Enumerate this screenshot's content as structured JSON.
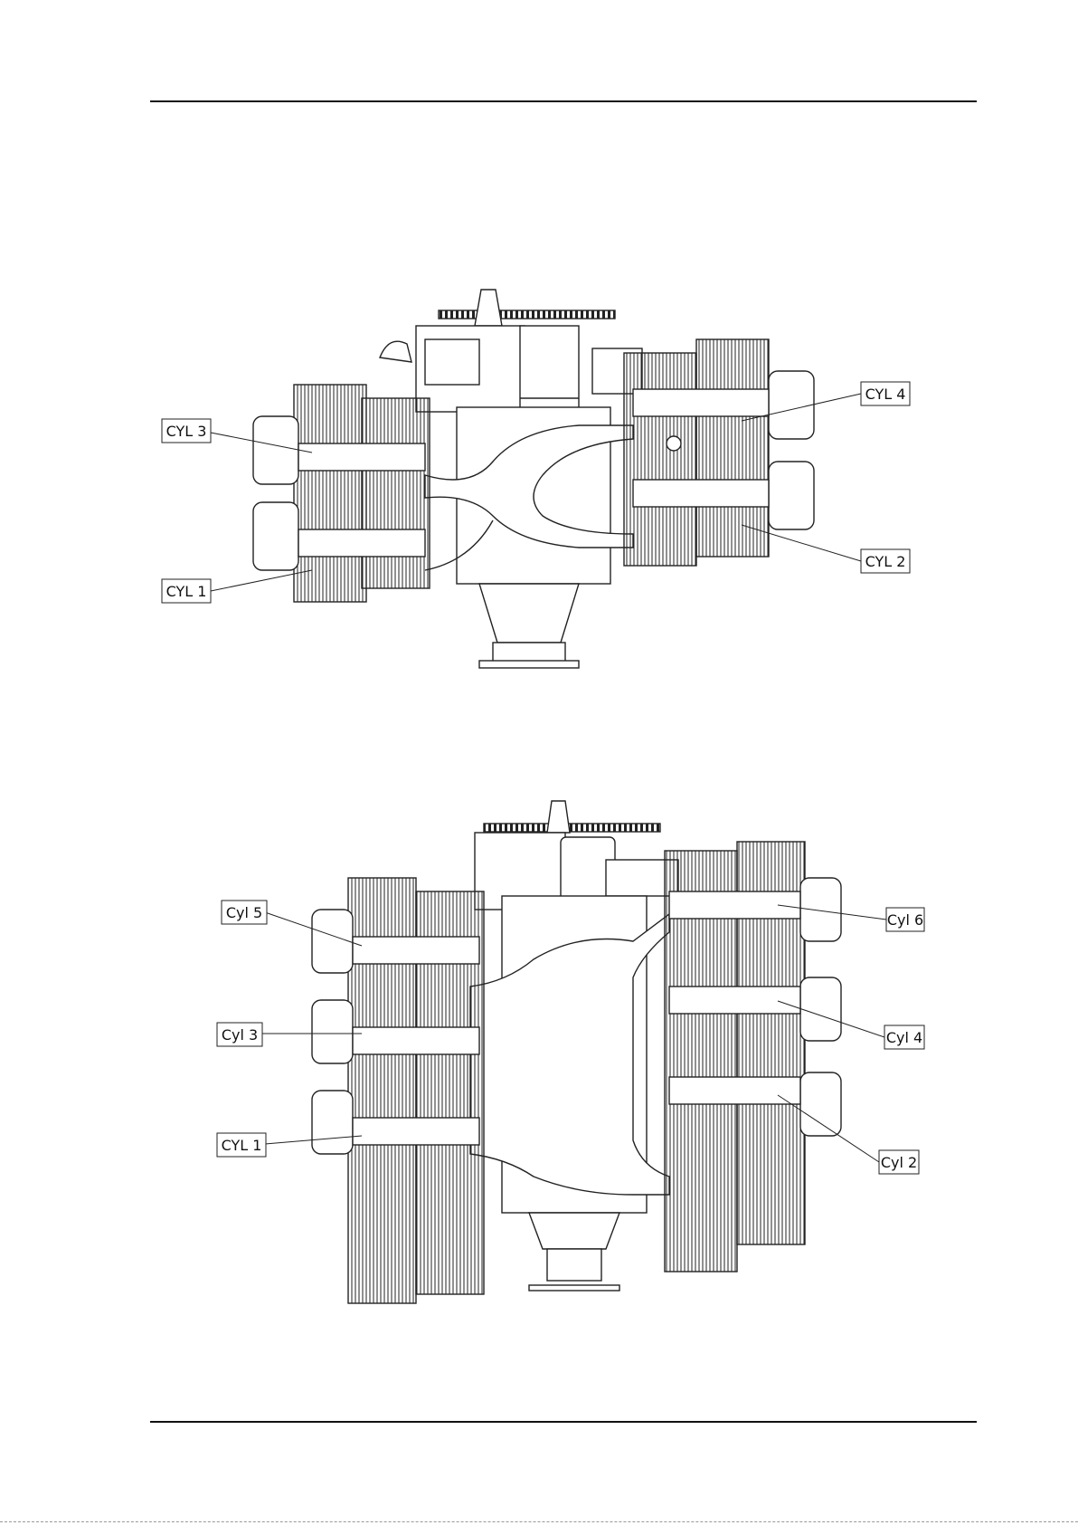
{
  "figures": [
    {
      "id": "four-cylinder",
      "labels": [
        "CYL 3",
        "CYL 1",
        "CYL 4",
        "CYL 2"
      ]
    },
    {
      "id": "six-cylinder",
      "labels": [
        "Cyl 5",
        "Cyl 3",
        "CYL 1",
        "Cyl 6",
        "Cyl 4",
        "Cyl 2"
      ]
    }
  ]
}
